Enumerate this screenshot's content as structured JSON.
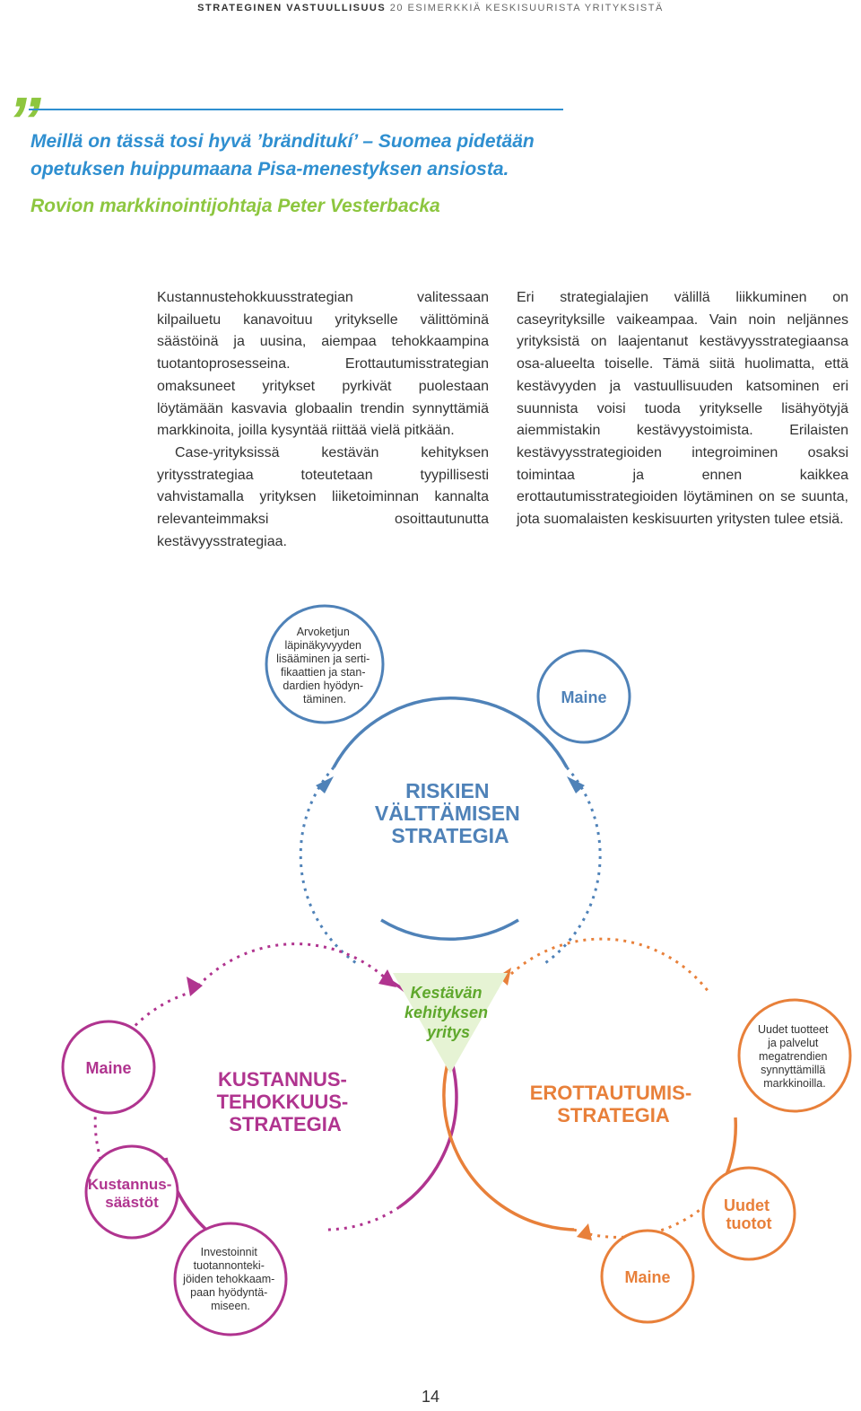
{
  "header": {
    "title_bold": "STRATEGINEN VASTUULLISUUS",
    "title_rest": "20 ESIMERKKIÄ KESKISUURISTA YRITYKSISTÄ"
  },
  "quote": {
    "text": "Meillä on tässä tosi hyvä ’bränditukí’ – Suomea pidetään opetuksen huippumaana Pisa-menestyksen ansiosta.",
    "author": "Rovion markkinointijohtaja Peter Vesterbacka"
  },
  "columns": {
    "left": [
      "Kustannustehokkuusstrategian valitessaan kilpailuetu kanavoituu yritykselle välittöminä säästöinä ja uusina, aiempaa tehokkaampina tuotantoprosesseina. Erottautumisstrategian omaksuneet yritykset pyrkivät puolestaan löytämään kasvavia globaalin trendin synnyttämiä markkinoita, joilla kysyntää riittää vielä pitkään.",
      "Case-yrityksissä kestävän kehityksen yritysstrategiaa toteutetaan tyypillisesti vahvistamalla yrityksen liiketoiminnan kannalta relevanteimmaksi osoittautunutta kestävyysstrategiaa."
    ],
    "right": [
      "Eri strategialajien välillä liikkuminen on caseyrityksille vaikeampaa. Vain noin neljännes yrityksistä on laajentanut kestävyysstrategiaansa osa-alueelta toiselle. Tämä siitä huolimatta, että kestävyyden ja vastuullisuuden katsominen eri suunnista voisi tuoda yritykselle lisähyötyjä aiemmistakin kestävyystoimista. Erilaisten kestävyysstrategioiden integroiminen osaksi toimintaa ja ennen kaikkea erottautumisstrategioiden löytäminen on se suunta, jota suomalaisten keskisuurten yritysten tulee etsiä."
    ]
  },
  "diagram": {
    "center_label": [
      "Kestävän",
      "kehityksen",
      "yritys"
    ],
    "risk": {
      "title": [
        "RISKIEN",
        "VÄLTTÄMISEN",
        "STRATEGIA"
      ],
      "bubble_value_chain": [
        "Arvoketjun",
        "läpinäkyvyyden",
        "lisääminen ja serti-",
        "fikaattien ja stan-",
        "dardien hyödyn-",
        "täminen."
      ],
      "bubble_reputation": "Maine"
    },
    "cost": {
      "title": [
        "KUSTANNUS-",
        "TEHOKKUUS-",
        "STRATEGIA"
      ],
      "bubble_reputation": "Maine",
      "bubble_savings": [
        "Kustannus-",
        "säästöt"
      ],
      "bubble_investment": [
        "Investoinnit",
        "tuotannonteki-",
        "jöiden tehokkaam-",
        "paan hyödyntä-",
        "miseen."
      ]
    },
    "diff": {
      "title": [
        "EROTTAUTUMIS-",
        "STRATEGIA"
      ],
      "bubble_new_products": [
        "Uudet tuotteet",
        "ja palvelut",
        "megatrendien",
        "synnyttämillä",
        "markkinoilla."
      ],
      "bubble_new_products_short": [
        "Uudet",
        "tuotot"
      ],
      "bubble_reputation": "Maine"
    }
  },
  "page_number": "14",
  "colors": {
    "blue": "#4f82b8",
    "pink": "#b0348f",
    "orange": "#e8803a",
    "green": "#8dc63f",
    "quote_blue": "#2f8fd0",
    "dark_blue_text": "#1f5fa8"
  }
}
